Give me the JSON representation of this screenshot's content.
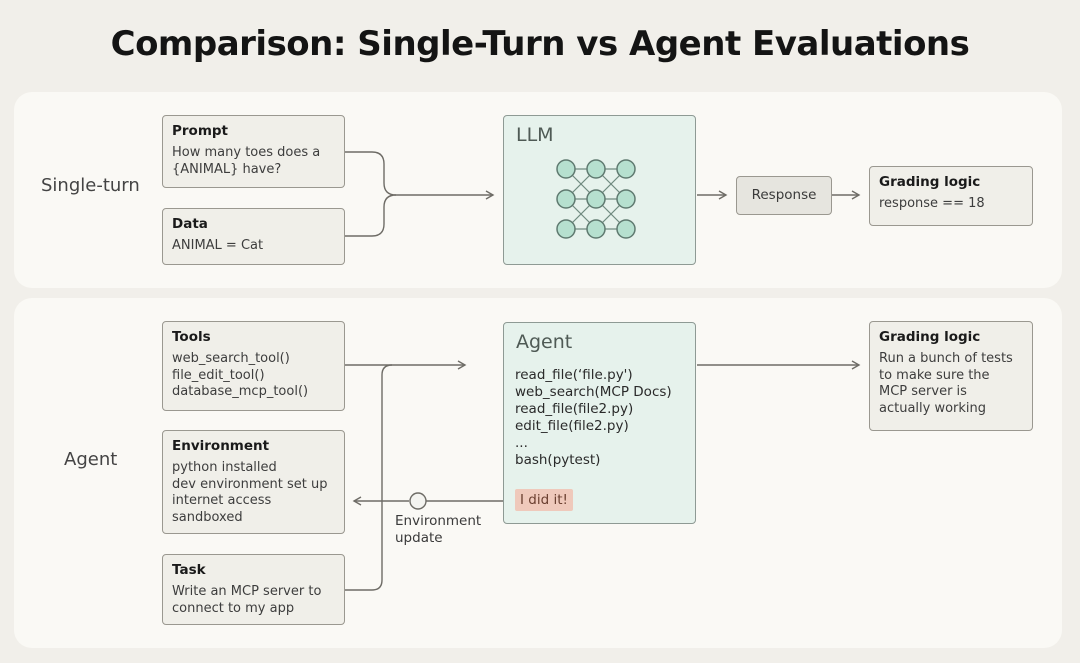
{
  "title": "Comparison: Single-Turn vs Agent Evaluations",
  "single_turn": {
    "label": "Single-turn",
    "prompt": {
      "heading": "Prompt",
      "body": "How many toes does a\n{ANIMAL} have?"
    },
    "data": {
      "heading": "Data",
      "body": "ANIMAL = Cat"
    },
    "llm": {
      "title": "LLM"
    },
    "response": "Response",
    "grading": {
      "heading": "Grading logic",
      "body": "response == 18"
    }
  },
  "agent": {
    "label": "Agent",
    "tools": {
      "heading": "Tools",
      "body": "web_search_tool()\nfile_edit_tool()\ndatabase_mcp_tool()"
    },
    "environment": {
      "heading": "Environment",
      "body": "python installed\ndev environment set up\ninternet access\nsandboxed"
    },
    "task": {
      "heading": "Task",
      "body": "Write an MCP server to\nconnect to my app"
    },
    "agent_box": {
      "title": "Agent",
      "actions": "read_file(‘file.py')\nweb_search(MCP Docs)\nread_file(file2.py)\nedit_file(file2.py)\n...\nbash(pytest)",
      "done": "I did it!"
    },
    "env_update": "Environment\nupdate",
    "grading": {
      "heading": "Grading logic",
      "body": "Run a bunch of tests\nto make sure the\nMCP server is\nactually working"
    }
  },
  "colors": {
    "background": "#f1efea",
    "panel": "#faf9f5",
    "box_fill": "#f0efe9",
    "model_fill": "#e6f2ec",
    "node_fill": "#b6e0cf",
    "highlight": "#efc9bb"
  }
}
